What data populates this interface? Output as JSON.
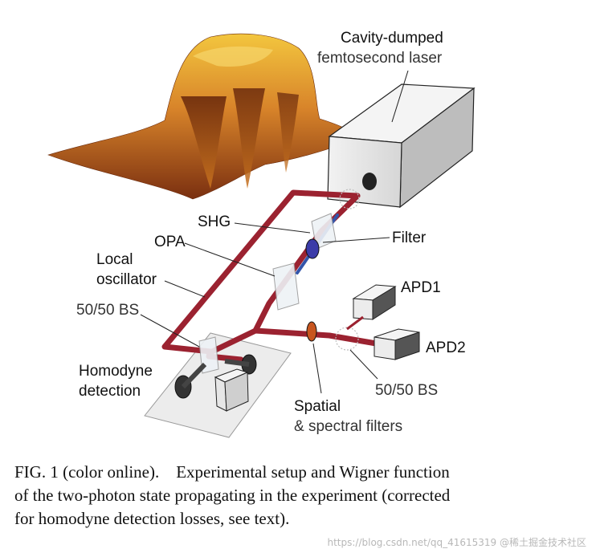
{
  "figure": {
    "labels": {
      "laser_line1": "Cavity-dumped",
      "laser_line2": "femtosecond laser",
      "shg": "SHG",
      "filter": "Filter",
      "opa": "OPA",
      "local_osc_line1": "Local",
      "local_osc_line2": "oscillator",
      "bs_left": "50/50 BS",
      "homodyne_line1": "Homodyne",
      "homodyne_line2": "detection",
      "apd1": "APD1",
      "apd2": "APD2",
      "bs_right": "50/50 BS",
      "spatial_line1": "Spatial",
      "spatial_line2": "& spectral filters"
    },
    "colors": {
      "beam": "#9b2230",
      "laser_box": "#e6e6e6",
      "wigner_peak": "#f1c23a",
      "wigner_base": "#8a3a12"
    }
  },
  "caption": {
    "line1": "FIG. 1 (color online).    Experimental setup and Wigner function",
    "line2": "of the two-photon state propagating in the experiment (corrected",
    "line3": "for homodyne detection losses, see text)."
  },
  "watermark": "https://blog.csdn.net/qq_41615319 @稀土掘金技术社区"
}
